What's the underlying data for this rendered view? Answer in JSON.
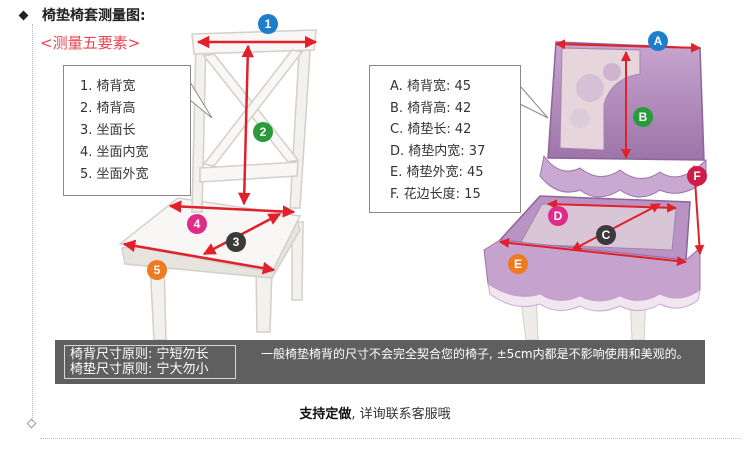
{
  "header": {
    "title": "椅垫椅套测量图:",
    "subtitle": "<测量五要素>"
  },
  "left_legend": [
    {
      "num": "1.",
      "text": "椅背宽"
    },
    {
      "num": "2.",
      "text": "椅背高"
    },
    {
      "num": "3.",
      "text": "坐面长"
    },
    {
      "num": "4.",
      "text": "坐面内宽"
    },
    {
      "num": "5.",
      "text": "坐面外宽"
    }
  ],
  "right_legend": [
    {
      "letter": "A.",
      "text": "椅背宽: 45"
    },
    {
      "letter": "B.",
      "text": "椅背高: 42"
    },
    {
      "letter": "C.",
      "text": "椅垫长: 42"
    },
    {
      "letter": "D.",
      "text": "椅垫内宽: 37"
    },
    {
      "letter": "E.",
      "text": "椅垫外宽: 45"
    },
    {
      "letter": "F.",
      "text": "花边长度: 15"
    }
  ],
  "chair_markers": [
    {
      "label": "1",
      "color": "#1d7fcc"
    },
    {
      "label": "2",
      "color": "#2a9b3c"
    },
    {
      "label": "3",
      "color": "#3a3a3a"
    },
    {
      "label": "4",
      "color": "#e02b8a"
    },
    {
      "label": "5",
      "color": "#ee7a22"
    }
  ],
  "cushion_markers": [
    {
      "label": "A",
      "color": "#1d7fcc"
    },
    {
      "label": "B",
      "color": "#2a9b3c"
    },
    {
      "label": "C",
      "color": "#3a3a3a"
    },
    {
      "label": "D",
      "color": "#e02b8a"
    },
    {
      "label": "E",
      "color": "#ee7a22"
    },
    {
      "label": "F",
      "color": "#d01c4a"
    }
  ],
  "note": {
    "rule_back": "椅背尺寸原则: 宁短勿长",
    "rule_seat": "椅垫尺寸原则: 宁大勿小",
    "text": "一般椅垫椅背的尺寸不会完全契合您的椅子, ±5cm内都是不影响使用和美观的。"
  },
  "footer": {
    "bold": "支持定做",
    "rest": ", 详询联系客服哦"
  },
  "colors": {
    "accent_red": "#e8454f",
    "measure_line": "#e0202a",
    "note_bar": "#5f5f5f",
    "cushion_purple": "#b78fc0"
  }
}
